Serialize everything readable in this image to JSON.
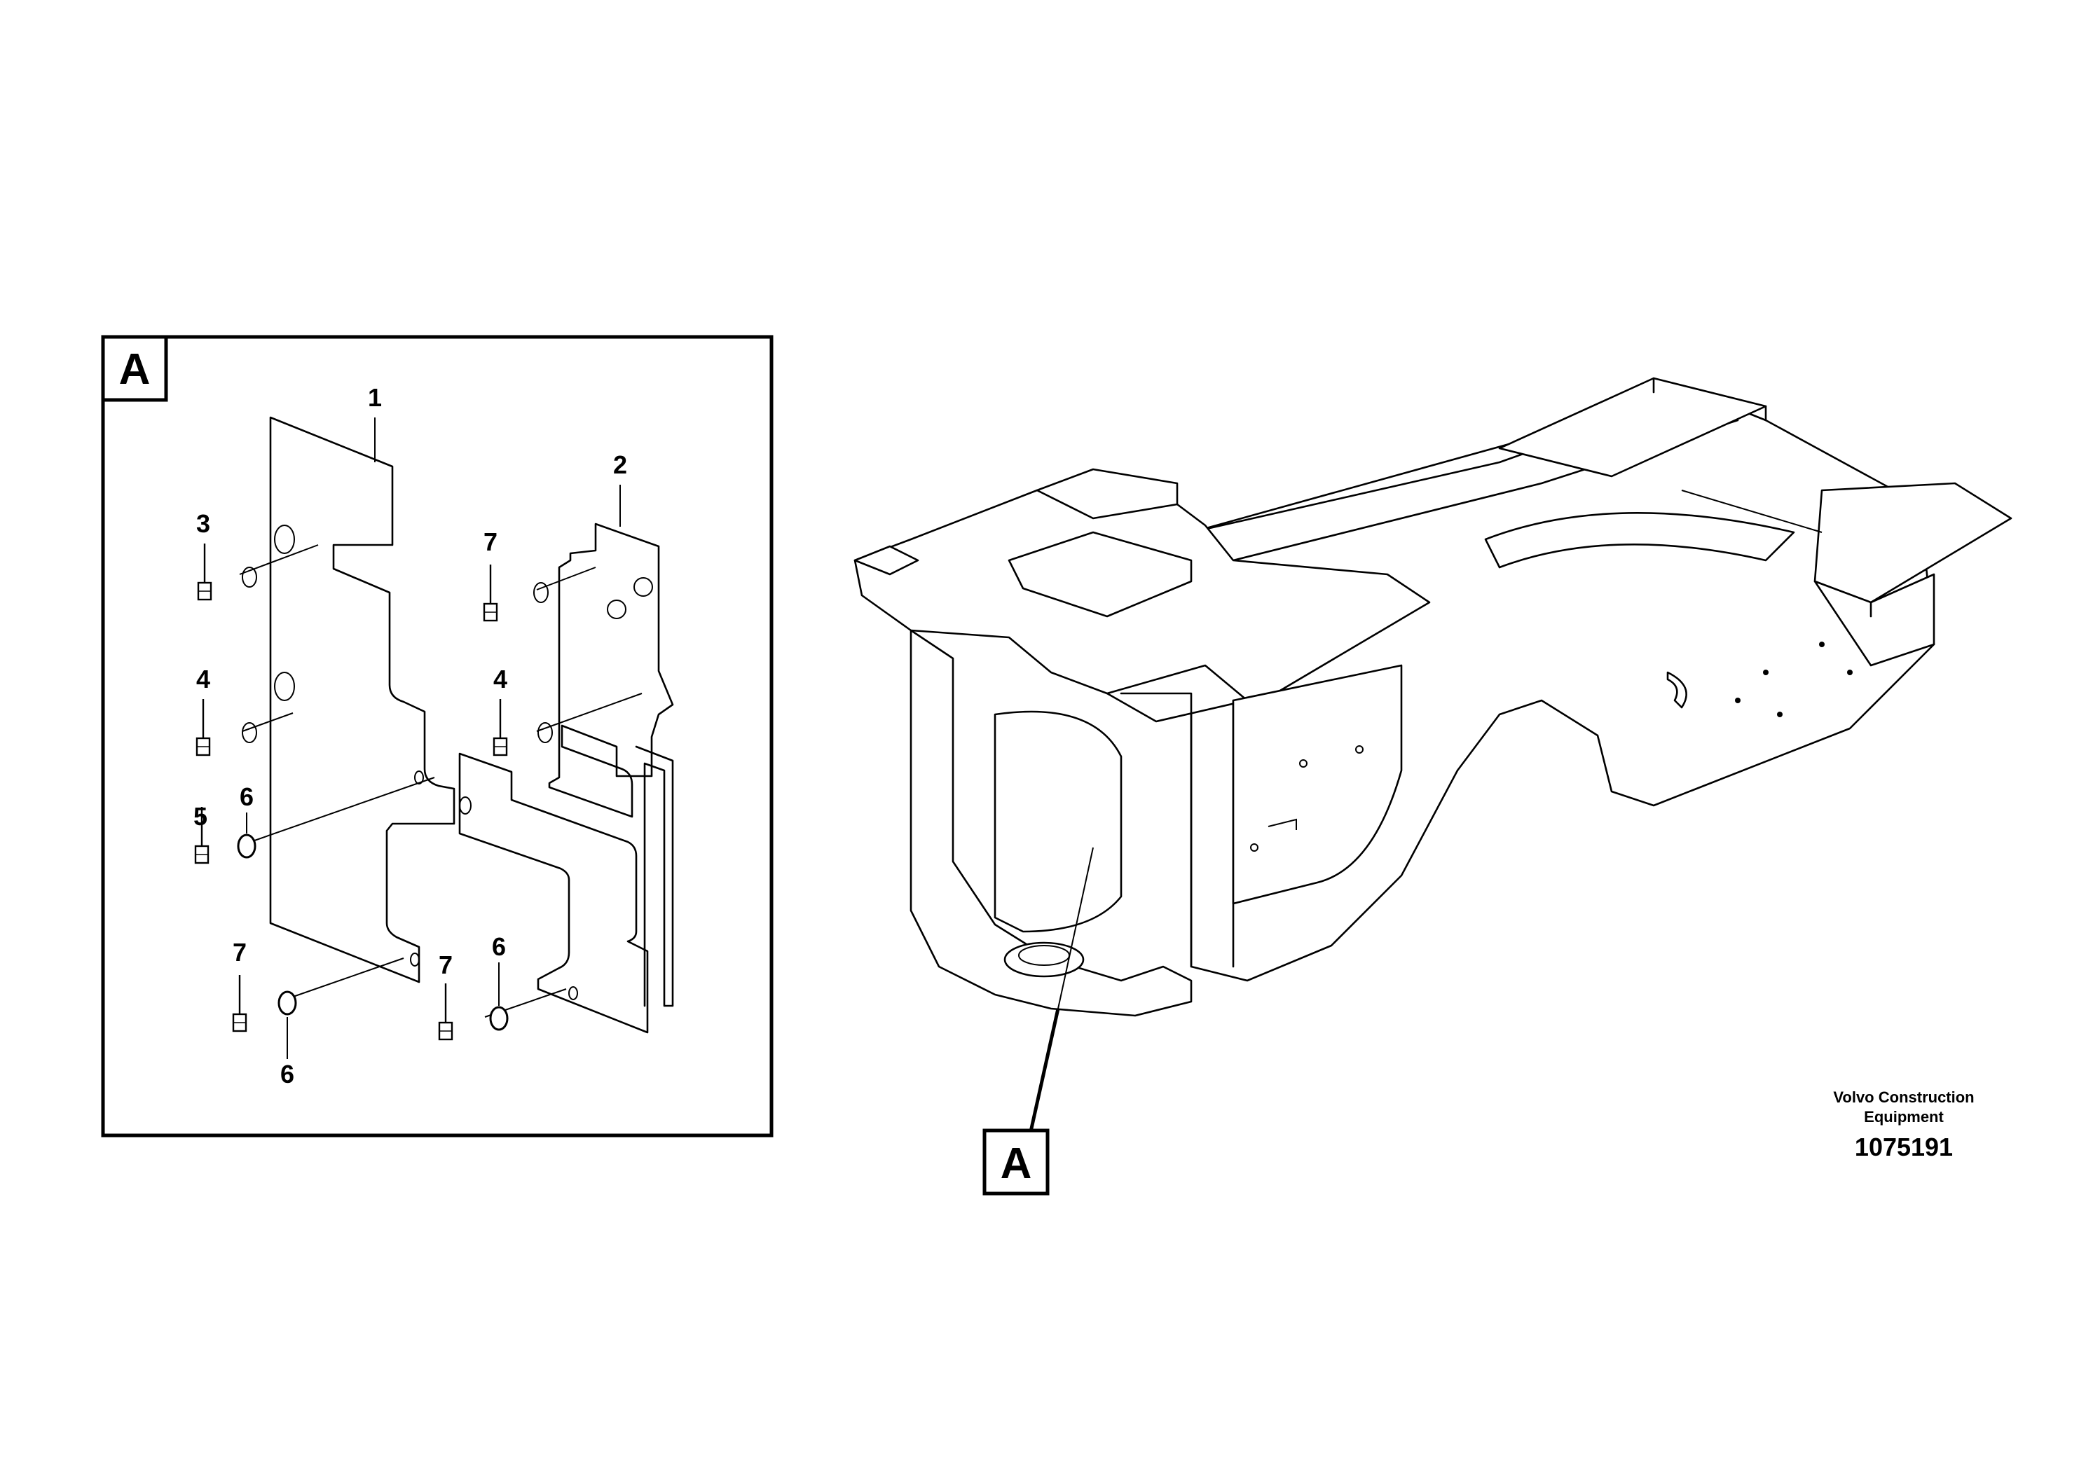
{
  "detail_view": {
    "title": "A",
    "part_numbers": {
      "plate_front": "1",
      "plate_rear": "2",
      "bolt_top_left": "3",
      "bolt_mid_left": "4",
      "bolt_mid_right": "4",
      "bolt_lower_left": "5",
      "washer_lower_left": "6",
      "washer_bottom_mid": "6",
      "washer_bottom_left": "6",
      "bolt_top_right": "7",
      "bolt_bottom_left": "7",
      "bolt_bottom_mid": "7"
    }
  },
  "main_view": {
    "callout": "A"
  },
  "credit": {
    "line1": "Volvo Construction",
    "line2": "Equipment",
    "figure_number": "1075191"
  }
}
